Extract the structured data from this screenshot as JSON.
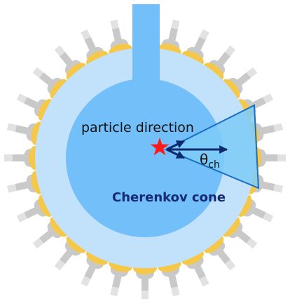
{
  "labels": {
    "direction": "particle direction",
    "theta": "θ",
    "theta_sub": "ch",
    "cone": "Cherenkov cone"
  },
  "colors": {
    "tank": "#c2e1fb",
    "fiducial": "#73bff9",
    "chimney": "#73bff9",
    "cone_fill": "#7ecbf7",
    "cone_stroke": "#1a6fc0",
    "pmt_glass": "#f6c84a",
    "pmt_body": "#c9c9c9",
    "pmt_base": "#e2e2e2",
    "arrows": "#0b2a6e",
    "vertex_star": "#ff1a1a",
    "cone_text": "#162a73"
  },
  "icons": {
    "vertex": "red-star-icon",
    "pmt": "photomultiplier-tube-icon"
  }
}
